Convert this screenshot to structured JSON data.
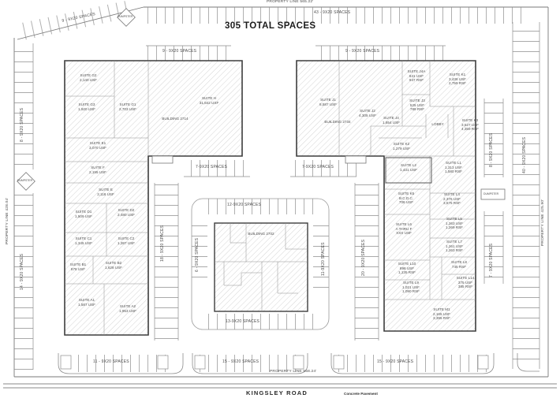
{
  "title": "305 TOTAL SPACES",
  "property_lines": {
    "top": "PROPERTY LINE 565.22'",
    "left": "PROPERTY LINE 428.04'",
    "right": "PROPERTY LINE 425.90'",
    "bottom": "PROPERTY LINE 558.24'"
  },
  "road": {
    "name": "KINGSLEY ROAD",
    "note": "Concrete Pavement"
  },
  "dumpster_label": "DUMPSTER",
  "parking": {
    "top_left": "9 - 9X20 SPACES",
    "top": "43 - 9X20 SPACES",
    "above_left_building": "9 - 9X20 SPACES",
    "above_right_building": "9 - 9X20 SPACES",
    "left_edge_upper": "8 - 9X20 SPACES",
    "left_edge_lower": "14 - 9X20 SPACES",
    "right_edge": "40 - 9X20 SPACES",
    "inner_right_upper": "8 - 9X20 SPACES",
    "inner_right_lower": "7 - 9X20 SPACES",
    "courtyard_left": "7-9X20 SPACES",
    "courtyard_right": "7-9X20 SPACES",
    "ring_top": "12-9X20 SPACES",
    "ring_bottom": "13-9X20 SPACES",
    "ring_left": "6 - 9X20 SPACES",
    "ring_right": "11-9X20 SPACES",
    "strip_left": "18 - 9X20 SPACES",
    "strip_right": "20 - 9X20 SPACES",
    "bottom_left": "11 - 9X20 SPACES",
    "bottom_center": "15 - 9X20 SPACES",
    "bottom_right": "15 - 9X20 SPACES"
  },
  "buildings": {
    "left": {
      "name": "BUILDING 2714",
      "suites": [
        {
          "text": "SUITE G2\n2,140 USF"
        },
        {
          "text": "SUITE G3\n1,920 USF"
        },
        {
          "text": "SUITE G1\n2,703 USF"
        },
        {
          "text": "SUITE H\n31,842 USF"
        },
        {
          "text": "SUITE E1\n3,070 USF"
        },
        {
          "text": "SUITE F\n2,195 USF"
        },
        {
          "text": "SUITE E\n2,118 USF"
        },
        {
          "text": "SUITE D1\n1,509 USF"
        },
        {
          "text": "SUITE D2\n2,480 USF"
        },
        {
          "text": "SUITE C1\n1,345 USF"
        },
        {
          "text": "SUITE C2\n1,387 USF"
        },
        {
          "text": "SUITE B1\n878 USF"
        },
        {
          "text": "SUITE B2\n1,628 USF"
        },
        {
          "text": "SUITE A1\n1,587 USF"
        },
        {
          "text": "SUITE A2\n1,953 USF"
        }
      ]
    },
    "center": {
      "name": "BUILDING 2702"
    },
    "right": {
      "name": "BUILDING 2734",
      "suites": [
        {
          "text": "SUITE J1\n8,587 USF"
        },
        {
          "text": "SUITE J2\n4,305 USF"
        },
        {
          "text": "SUITE J4A\n841 USF\n947 RSF"
        },
        {
          "text": "SUITE K1\n3,438 USF\n2,759 RSF"
        },
        {
          "text": "SUITE J3\n525 USF\n789 RSF"
        },
        {
          "text": "SUITE J4\n1,854 USF"
        },
        {
          "text": "LOBBY"
        },
        {
          "text": "SUITE K3\n3,527 USF\n4,359 RSF"
        },
        {
          "text": "SUITE K2\n1,279 USF"
        },
        {
          "text": "SUITE L2\n1,431 USF"
        },
        {
          "text": "SUITE L1\n1,313 USF\n1,580 RSF"
        },
        {
          "text": "SUITE K5\nB.C.D.C.\n708 USF"
        },
        {
          "text": "SUITE L4\n2,376 USF\n3,575 RSF"
        },
        {
          "text": "SUITE L6\nA THRU F\nXXX USF"
        },
        {
          "text": "SUITE L5\n1,263 USF\n1,269 RSF"
        },
        {
          "text": "SUITE L7\n1,261 USF\n1,263 RSF"
        },
        {
          "text": "SUITE L10\n898 USF\n1,135 RSF"
        },
        {
          "text": "SUITE L8\n745 RSF"
        },
        {
          "text": "SUITE L14\n375 USF\n385 RSF"
        },
        {
          "text": "SUITE L9\n1,021 USF\n1,090 RSF"
        },
        {
          "text": "SUITE M1\n2,165 USF\n3,395 RSF"
        }
      ]
    }
  }
}
